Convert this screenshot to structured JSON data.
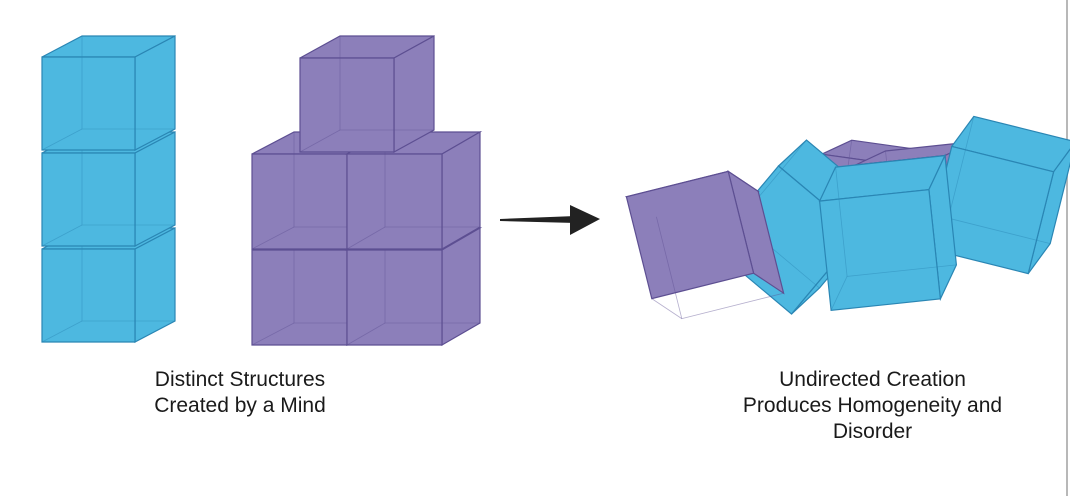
{
  "captions": {
    "left": {
      "line1": "Distinct Structures",
      "line2": "Created by a Mind"
    },
    "right": {
      "line1": "Undirected Creation",
      "line2": "Produces Homogeneity and",
      "line3": "Disorder"
    }
  },
  "colors": {
    "blue_face": "#4db8e0",
    "blue_edge": "#2a86b4",
    "purple_face": "#8c7fba",
    "purple_edge": "#5d4f92",
    "arrow": "#222222",
    "inner_line": "#ffffff"
  },
  "icons": [
    "cube-icon",
    "arrow-right-icon"
  ]
}
